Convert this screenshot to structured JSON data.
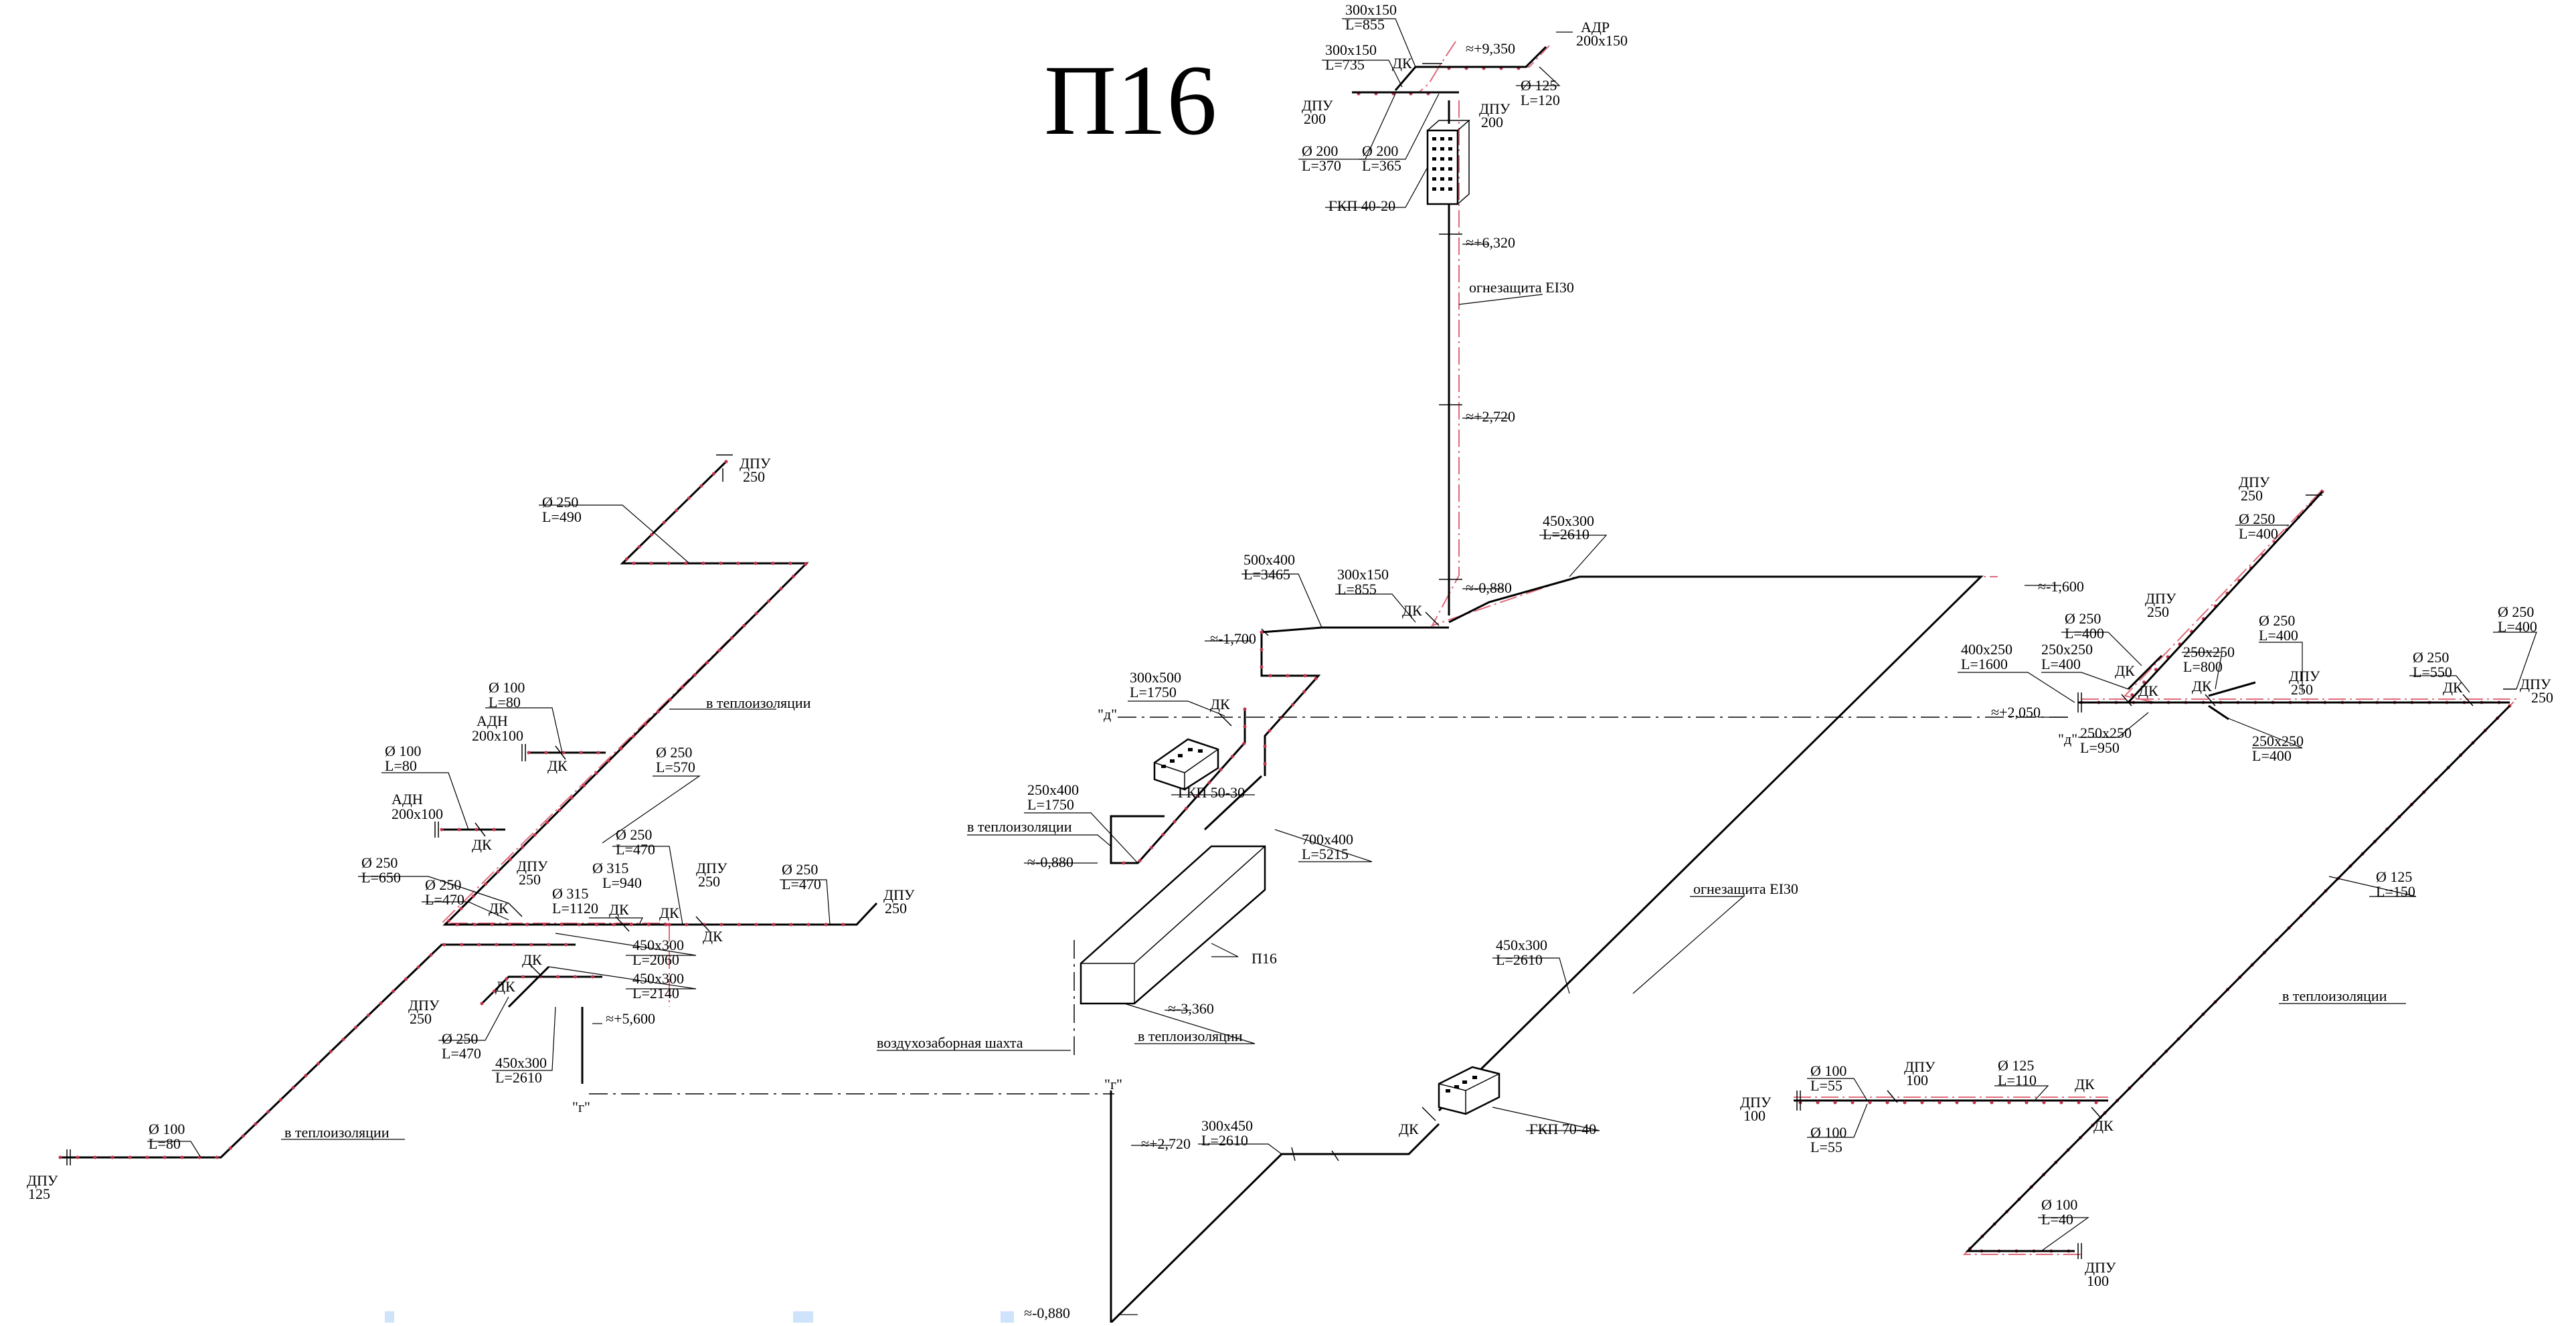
{
  "title": "П16",
  "labels": {
    "d250_490": [
      "Ø 250",
      "L=490"
    ],
    "dpu_250_top": [
      "ДПУ",
      "250"
    ],
    "insul": "в теплоизоляции",
    "d100_80_a": [
      "Ø 100",
      "L=80"
    ],
    "adn_a": [
      "АДН",
      "200x100"
    ],
    "d250_570": [
      "Ø 250",
      "L=570"
    ],
    "d100_80_b": [
      "Ø 100",
      "L=80"
    ],
    "adn_b": [
      "АДН",
      "200x100"
    ],
    "d250_470_a": [
      "Ø 250",
      "L=470"
    ],
    "d250_650": [
      "Ø 250",
      "L=650"
    ],
    "d250_470_b": [
      "Ø 250",
      "L=470"
    ],
    "dpu_250_a": [
      "ДПУ",
      "250"
    ],
    "d315_940": [
      "Ø 315",
      "L=940"
    ],
    "d315_1120": [
      "Ø 315",
      "L=1120"
    ],
    "dpu_250_b": [
      "ДПУ",
      "250"
    ],
    "d250_470_c": [
      "Ø 250",
      "L=470"
    ],
    "dpu_250_c": [
      "ДПУ",
      "250"
    ],
    "r450_2060": [
      "450x300",
      "L=2060"
    ],
    "r450_2140": [
      "450x300",
      "L=2140"
    ],
    "dpu_250_d": [
      "ДПУ",
      "250"
    ],
    "d250_470_d": [
      "Ø 250",
      "L=470"
    ],
    "r450_2610_a": [
      "450x300",
      "L=2610"
    ],
    "lvl_5600": "≈+5,600",
    "d100_80_c": [
      "Ø 100",
      "L=80"
    ],
    "dpu_125": [
      "ДПУ",
      "125"
    ],
    "dk": "ДК",
    "sec_g": "\"г\"",
    "sec_d": "\"д\"",
    "r300_855_top": [
      "300x150",
      "L=855"
    ],
    "r300_735": [
      "300x150",
      "L=735"
    ],
    "lvl_9350": "≈+9,350",
    "adr": [
      "АДР",
      "200x150"
    ],
    "d125_120": [
      "Ø 125",
      "L=120"
    ],
    "dpu_200_a": [
      "ДПУ",
      "200"
    ],
    "dpu_200_b": [
      "ДПУ",
      "200"
    ],
    "d200_370": [
      "Ø 200",
      "L=370"
    ],
    "d200_365": [
      "Ø 200",
      "L=365"
    ],
    "gkp_40": "ГКП 40-20",
    "lvl_6320": "≈+6,320",
    "fire": "огнезащита EI30",
    "lvl_2720_a": "≈+2,720",
    "r450_2610_b": [
      "450x300",
      "L=2610"
    ],
    "r500_3465": [
      "500x400",
      "L=3465"
    ],
    "r300_855": [
      "300x150",
      "L=855"
    ],
    "lvl_0880_a": "≈-0,880",
    "lvl_1600": "≈-1,600",
    "lvl_1700": "≈-1,700",
    "r300_1750": [
      "300x500",
      "L=1750"
    ],
    "gkp_50": "ГКП 50-30",
    "r250_1750": [
      "250x400",
      "L=1750"
    ],
    "lvl_0880_b": "≈-0,880",
    "r700_5215": [
      "700x400",
      "L=5215"
    ],
    "p16": "П16",
    "lvl_3360": "≈-3,360",
    "shaft": "воздухозаборная шахта",
    "r450_2610_c": [
      "450x300",
      "L=2610"
    ],
    "gkp_70": "ГКП 70-40",
    "r300_2610": [
      "300x450",
      "L=2610"
    ],
    "lvl_2720_b": "≈+2,720",
    "lvl_0880_c": "≈-0,880",
    "dpu_250_r1": [
      "ДПУ",
      "250"
    ],
    "d250_400_a": [
      "Ø 250",
      "L=400"
    ],
    "dpu_250_r2": [
      "ДПУ",
      "250"
    ],
    "d250_400_b": [
      "Ø 250",
      "L=400"
    ],
    "r400_1600": [
      "400x250",
      "L=1600"
    ],
    "r250_400_a": [
      "250x250",
      "L=400"
    ],
    "d250_400_c": [
      "Ø 250",
      "L=400"
    ],
    "r250_800": [
      "250x250",
      "L=800"
    ],
    "dpu_250_r3": [
      "ДПУ",
      "250"
    ],
    "d250_550": [
      "Ø 250",
      "L=550"
    ],
    "d250_400_d": [
      "Ø 250",
      "L=400"
    ],
    "dpu_250_r4": [
      "ДПУ",
      "250"
    ],
    "lvl_2050": "≈+2,050",
    "r250_950": [
      "250x250",
      "L=950"
    ],
    "r250_400_b": [
      "250x250",
      "L=400"
    ],
    "d125_150": [
      "Ø 125",
      "L=150"
    ],
    "d100_55_a": [
      "Ø 100",
      "L=55"
    ],
    "dpu_100_a": [
      "ДПУ",
      "100"
    ],
    "d125_110": [
      "Ø 125",
      "L=110"
    ],
    "dpu_100_b": [
      "ДПУ",
      "100"
    ],
    "d100_55_b": [
      "Ø 100",
      "L=55"
    ],
    "d100_40": [
      "Ø 100",
      "L=40"
    ],
    "dpu_100_c": [
      "ДПУ",
      "100"
    ]
  }
}
